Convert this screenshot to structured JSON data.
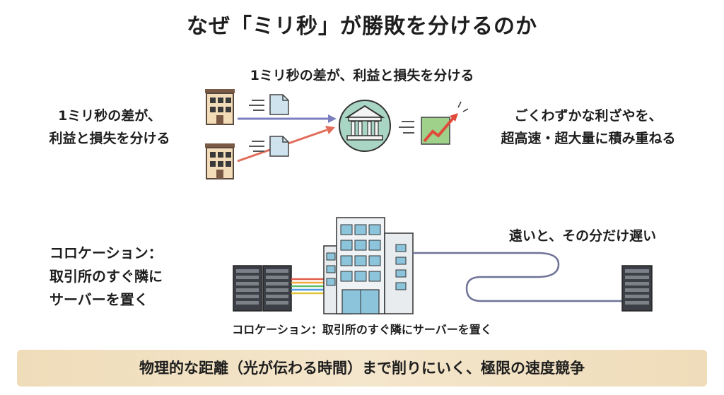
{
  "title": "なぜ「ミリ秒」が勝敗を分けるのか",
  "top_section": {
    "heading": "1ミリ秒の差が、利益と損失を分ける",
    "left_label_line1": "1ミリ秒の差が、",
    "left_label_line2": "利益と損失を分ける",
    "right_label_line1": "ごくわずかな利ざやを、",
    "right_label_line2": "超高速・超大量に積み重ねる",
    "arrow_colors": {
      "fast": "#7b7fbf",
      "slow": "#e06c5a"
    },
    "icons": [
      "office-building-icon",
      "document-icon",
      "bank-icon",
      "rising-chart-icon"
    ]
  },
  "bottom_section": {
    "colocation_line1": "コロケーション：",
    "colocation_line2": "取引所のすぐ隣に",
    "colocation_line3": "サーバーを置く",
    "far_label": "遠いと、その分だけ遅い",
    "caption": "コロケーション：取引所のすぐ隣にサーバーを置く",
    "icons": [
      "server-rack-icon",
      "exchange-building-icon",
      "cable-icon",
      "remote-server-icon"
    ]
  },
  "banner": {
    "text": "物理的な距離（光が伝わる時間）まで削りにいく、極限の速度競争",
    "color": "#f1e1c3"
  }
}
